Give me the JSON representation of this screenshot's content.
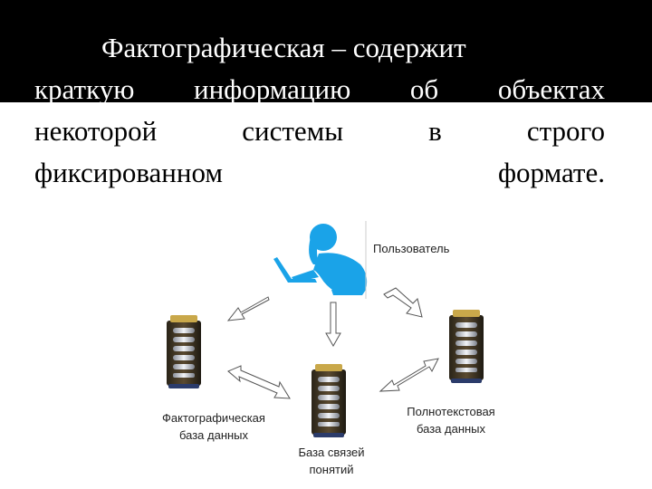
{
  "heading": {
    "line1": [
      "Фактографическая",
      "–",
      "содержит"
    ],
    "line2": [
      "краткую",
      "информацию",
      "об",
      "объектах"
    ],
    "line3": [
      "некоторой",
      "системы",
      "в",
      "строго"
    ],
    "line4": [
      "фиксированном",
      "формате."
    ]
  },
  "diagram": {
    "user_label": "Пользователь",
    "db_factographic": [
      "Фактографическая",
      "база данных"
    ],
    "db_fulltext": [
      "Полнотекстовая",
      "база данных"
    ],
    "db_links": [
      "База связей",
      "понятий"
    ]
  },
  "colors": {
    "band": "#000000",
    "user_figure": "#1aa3e8",
    "arrow_fill": "#ffffff",
    "arrow_stroke": "#555555"
  }
}
